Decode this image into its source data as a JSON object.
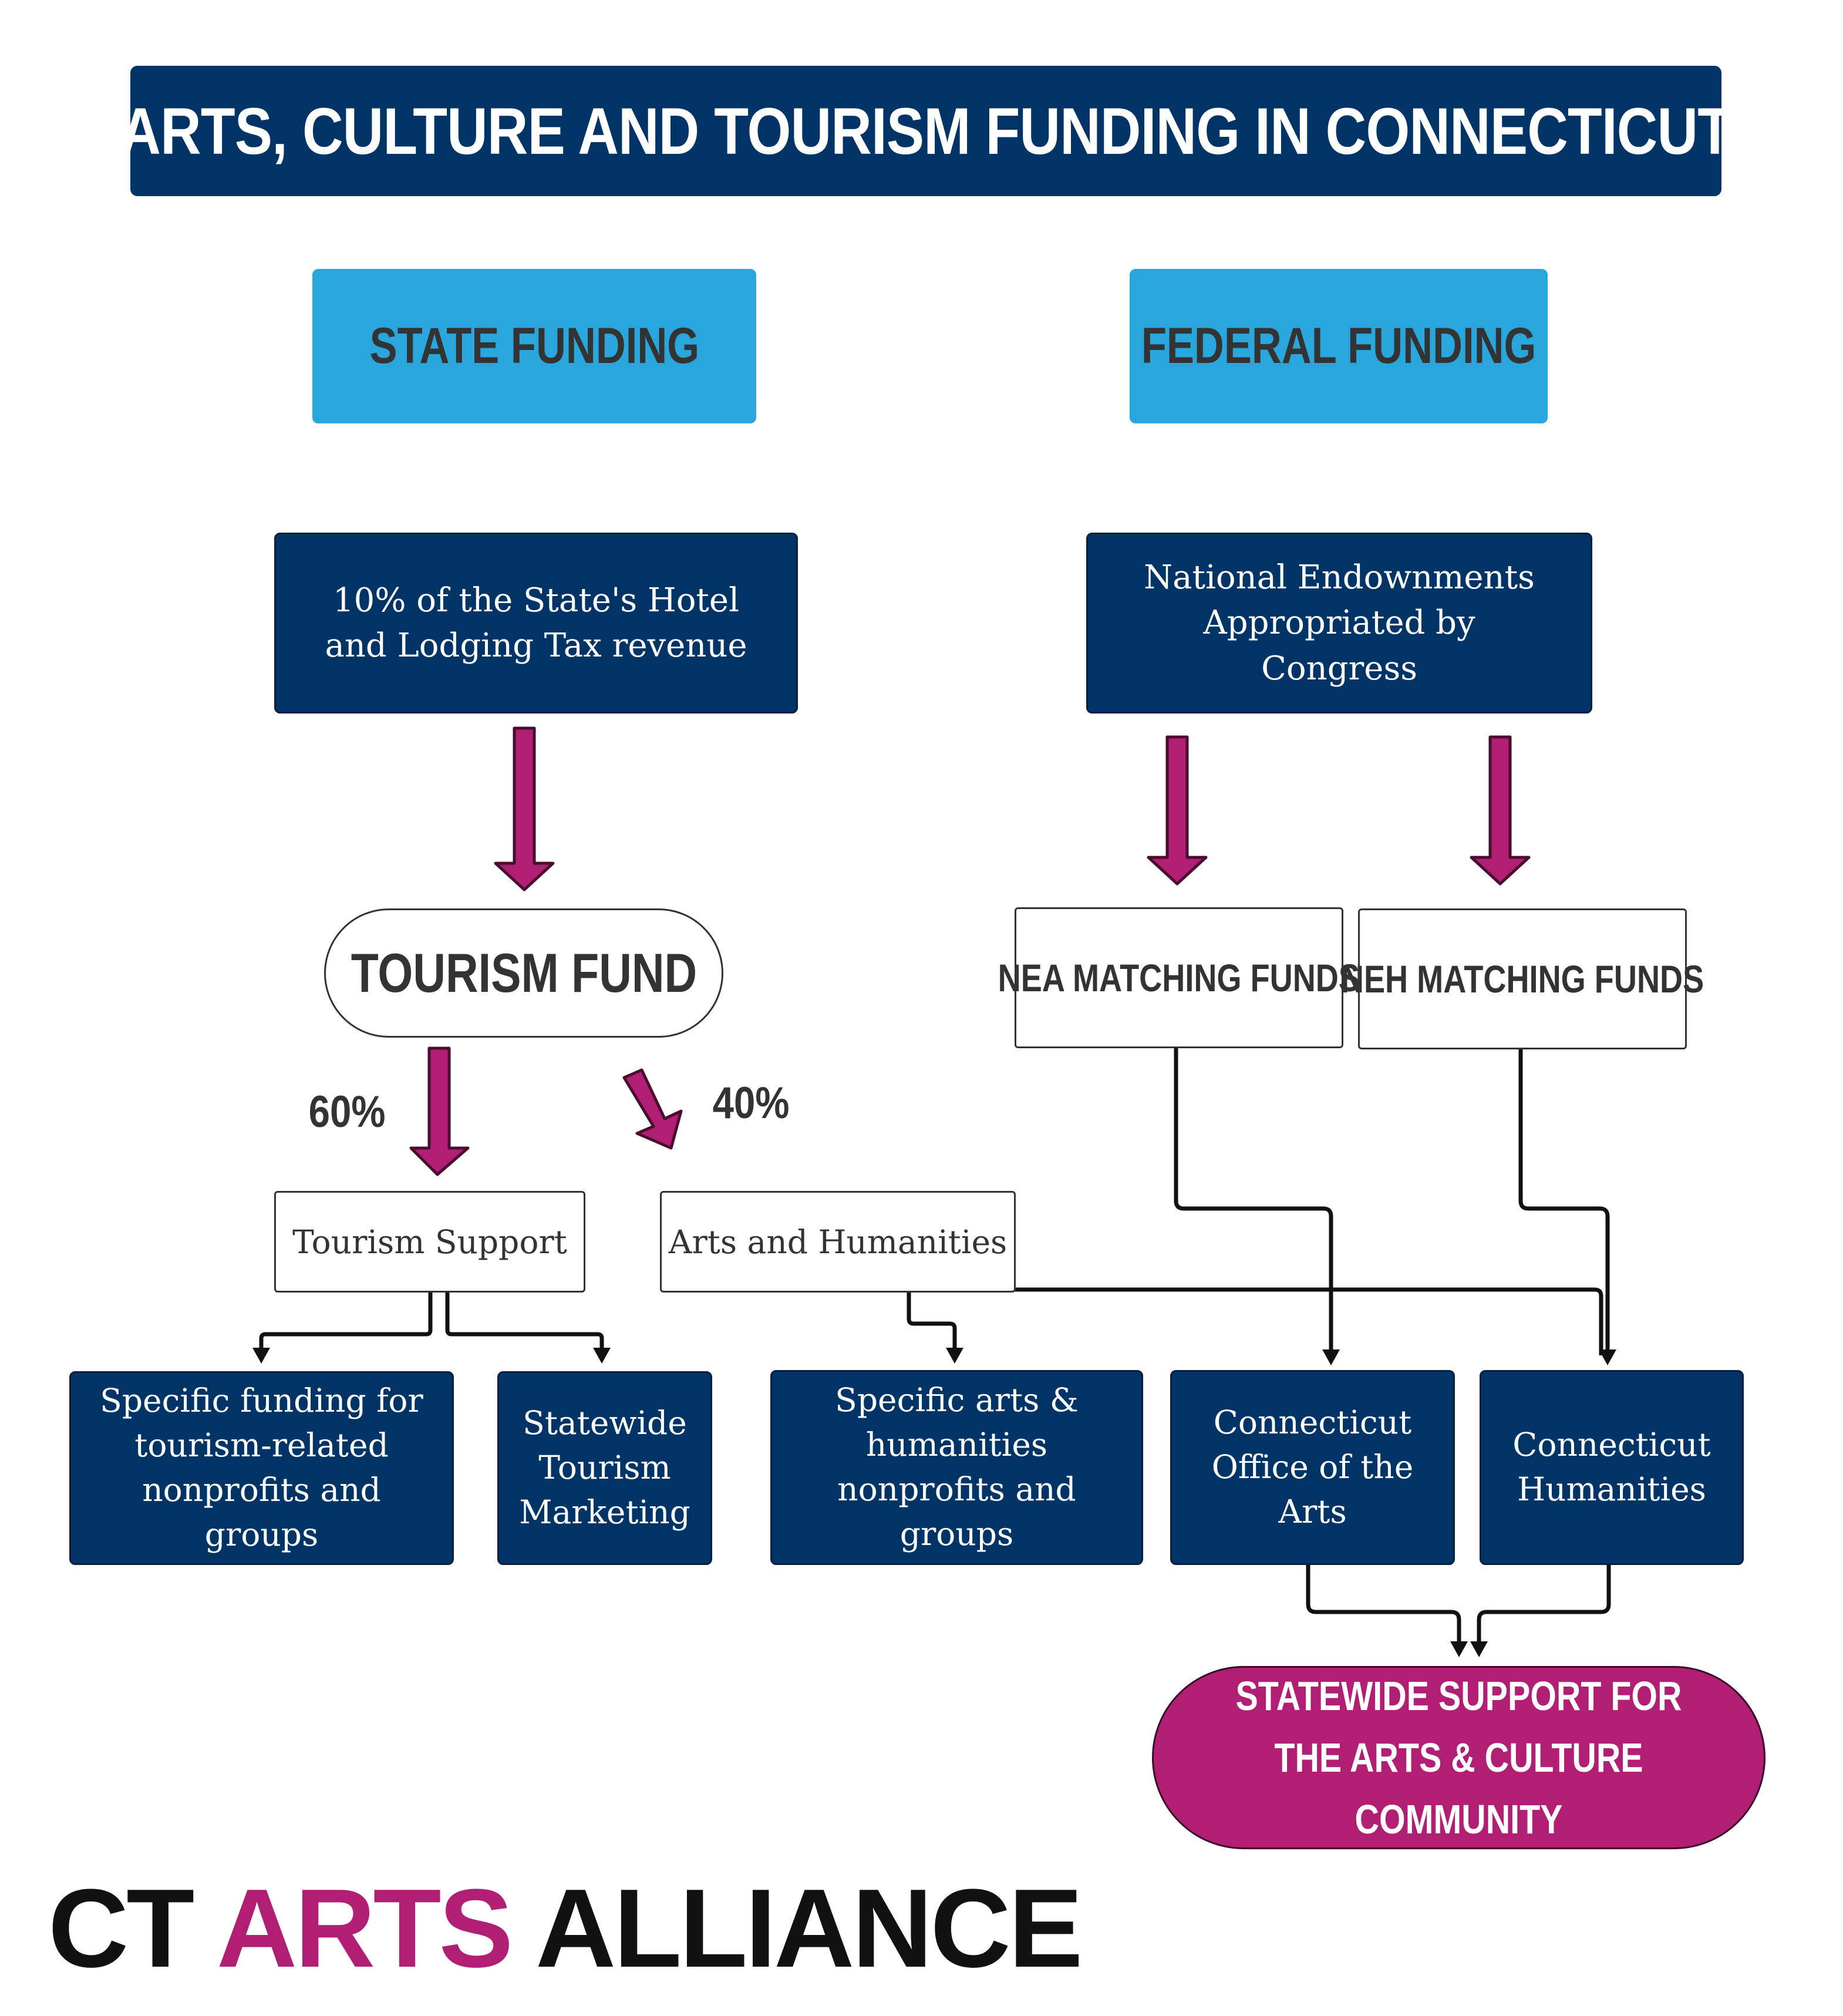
{
  "title": "ARTS, CULTURE AND TOURISM FUNDING IN CONNECTICUT",
  "sources": {
    "state": "STATE FUNDING",
    "federal": "FEDERAL FUNDING"
  },
  "state_branch": {
    "source_note": "10% of the State's Hotel and Lodging Tax revenue",
    "fund": "TOURISM FUND",
    "split_left_pct": "60%",
    "split_right_pct": "40%",
    "tourism_support": "Tourism Support",
    "arts_humanities": "Arts and Humanities",
    "outcomes": {
      "tourism_nonprofits": "Specific funding for tourism-related nonprofits and groups",
      "tourism_marketing": "Statewide Tourism Marketing",
      "arts_nonprofits": "Specific arts & humanities nonprofits and groups"
    }
  },
  "federal_branch": {
    "source_note": "National Endownments Appropriated by Congress",
    "nea": "NEA MATCHING FUNDS",
    "neh": "NEH MATCHING FUNDS"
  },
  "agencies": {
    "office_arts": "Connecticut Office of the Arts",
    "humanities": "Connecticut Humanities"
  },
  "final": "STATEWIDE SUPPORT FOR THE ARTS & CULTURE COMMUNITY",
  "logo": {
    "part1": "CT ",
    "part2": "ARTS",
    "part3": " ALLIANCE"
  },
  "colors": {
    "navy": "#003466",
    "sky": "#29a6dc",
    "magenta": "#b01f74",
    "text_dark": "#333333"
  }
}
